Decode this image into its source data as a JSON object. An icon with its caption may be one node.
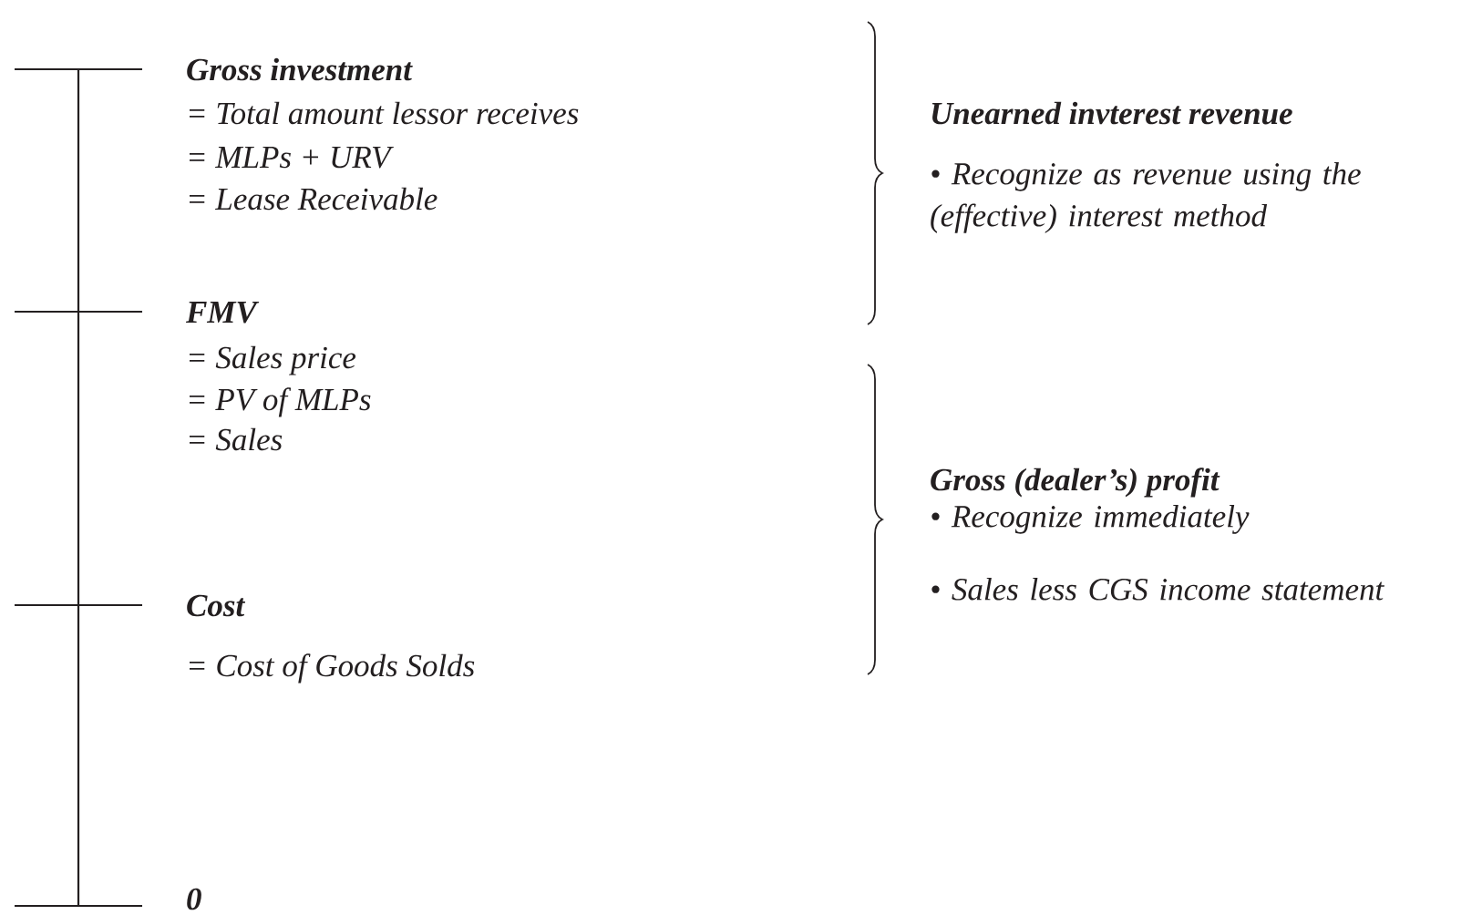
{
  "diagram": {
    "labels": [
      "Gross investment",
      "= Total amount lessor receives",
      "= MLPs + URV",
      "= Lease Receivable",
      "Unearned invterest revenue",
      "• Recognize as revenue using the (effective) interest method",
      "FMV",
      "= Sales price",
      "= PV of MLPs",
      "= Sales",
      "Gross (dealer’s) profit",
      "• Recognize immediately",
      "• Sales less CGS income statement",
      "Cost",
      "= Cost of Goods Solds",
      "0"
    ]
  }
}
